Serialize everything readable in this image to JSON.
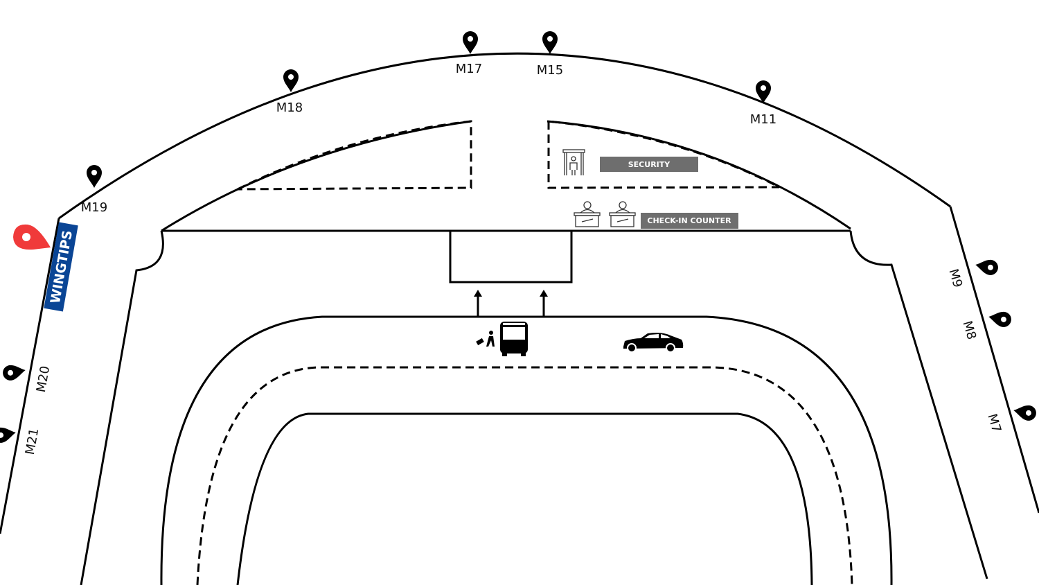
{
  "gates": {
    "m17": "M17",
    "m15": "M15",
    "m18": "M18",
    "m11": "M11",
    "m19": "M19",
    "m20": "M20",
    "m21": "M21",
    "m9": "M9",
    "m8": "M8",
    "m7": "M7"
  },
  "facilities": {
    "security": "SECURITY",
    "checkin": "CHECK-IN COUNTER"
  },
  "location": {
    "name": "WINGTIPS",
    "badge_color": "#0a4595",
    "marker_color": "#f03a3a"
  },
  "icons": [
    "map-pin-icon",
    "security-scanner-icon",
    "checkin-desk-icon",
    "bus-icon",
    "traveler-icon",
    "car-icon",
    "arrow-up-icon"
  ]
}
